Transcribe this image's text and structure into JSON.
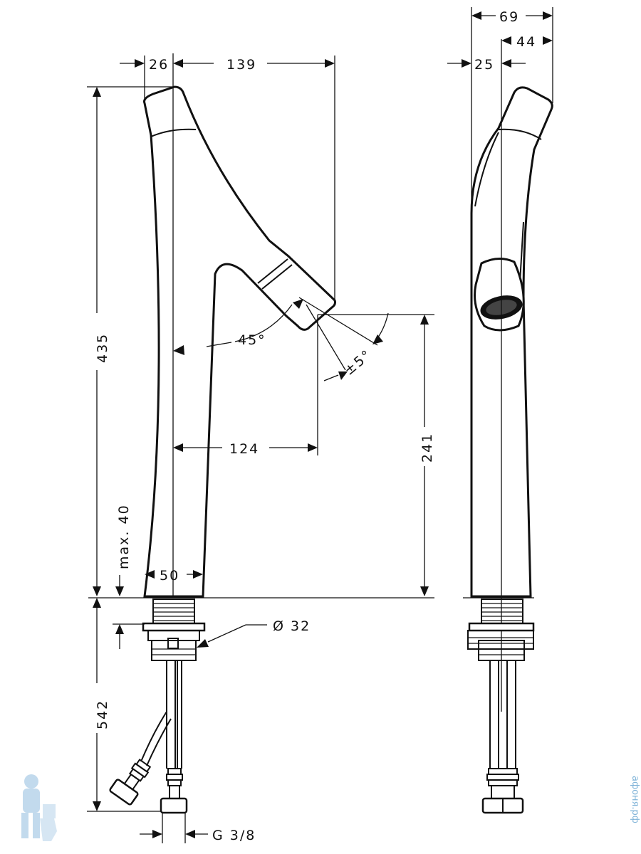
{
  "dimensions": {
    "front": {
      "offset_26": "26",
      "spout_reach_139": "139",
      "height_435": "435",
      "angle_45": "45°",
      "tolerance_5": "±5°",
      "reach_124": "124",
      "clearance_241": "241",
      "max_40": "max. 40",
      "base_50": "50",
      "hole_32": "Ø 32",
      "below_542": "542",
      "thread": "G 3/8"
    },
    "side": {
      "depth_69": "69",
      "depth_44": "44",
      "depth_25": "25"
    }
  },
  "watermark": {
    "text": "афоня.рф",
    "icon": "plumber-mascot-icon"
  },
  "colors": {
    "line": "#111111",
    "watermark": "#7fb3d8"
  }
}
